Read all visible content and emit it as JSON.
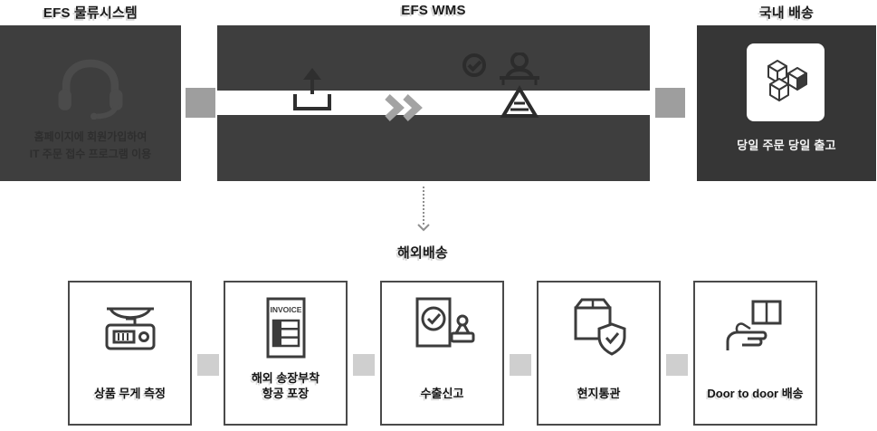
{
  "palette": {
    "dark_box": "#3e3e3e",
    "darker_box": "#363636",
    "connector_top": "#9e9e9e",
    "connector_bottom": "#cfcfcf",
    "step_border": "#4a4a4a",
    "icon_dark": "#3c3c3c",
    "light_text": "#f5f5f5",
    "title_text": "#1c1c1c"
  },
  "top_row": {
    "left_box": {
      "title": "EFS 물류시스템",
      "description": "홈페이지에 회원가입하여\nIT 주문 접수 프로그램 이용",
      "icon": "headset-icon"
    },
    "center_box": {
      "title": "EFS WMS",
      "icons": [
        "upload-icon",
        "chevrons-right-icon",
        "inspection-check-icon"
      ]
    },
    "right_box": {
      "title": "국내 배송",
      "caption": "당일 주문 당일 출고",
      "icon": "cubes-icon"
    }
  },
  "overseas_flow": {
    "label": "해외배송",
    "arrow": "dotted-down-arrow"
  },
  "bottom_row": {
    "steps": [
      {
        "label": "상품 무게 측정",
        "icon": "scale-icon"
      },
      {
        "label": "해외 송장부착\n항공 포장",
        "icon": "invoice-icon"
      },
      {
        "label": "수출신고",
        "icon": "export-declaration-icon"
      },
      {
        "label": "현지통관",
        "icon": "customs-shield-icon"
      },
      {
        "label": "Door to door 배송",
        "icon": "hand-box-icon"
      }
    ]
  },
  "invoice_text": "INVOICE"
}
